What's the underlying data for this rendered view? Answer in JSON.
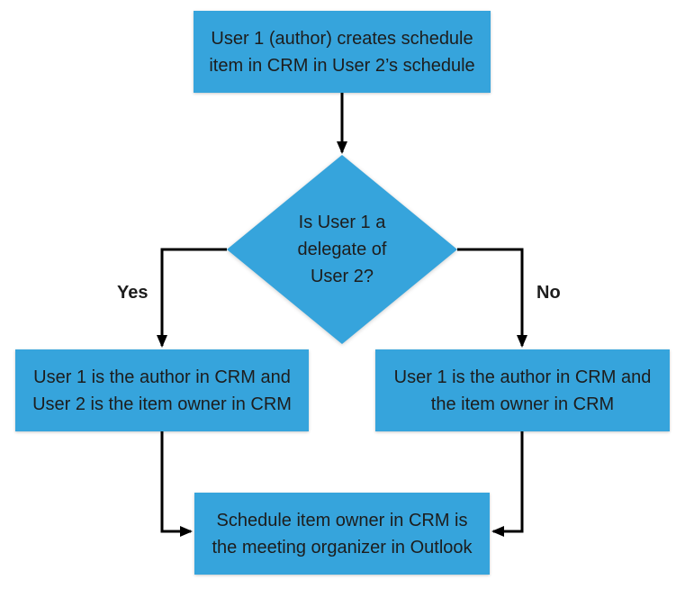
{
  "diagram": {
    "title": "CRM schedule item delegation flowchart",
    "colors": {
      "node_fill": "#36a4dc",
      "text": "#1d1d1d",
      "arrow": "#000000",
      "background": "#ffffff"
    },
    "nodes": {
      "start": {
        "type": "process",
        "line1": "User 1 (author) creates schedule",
        "line2": "item in CRM in User 2’s schedule"
      },
      "decision": {
        "type": "decision",
        "line1": "Is User 1 a",
        "line2": "delegate of",
        "line3": "User 2?"
      },
      "yes_outcome": {
        "type": "process",
        "line1": "User 1 is the author in CRM and",
        "line2": "User 2 is the item owner in CRM"
      },
      "no_outcome": {
        "type": "process",
        "line1": "User 1 is the author in CRM and",
        "line2": "the item owner in CRM"
      },
      "end": {
        "type": "process",
        "line1": "Schedule item owner in CRM is",
        "line2": "the meeting organizer in Outlook"
      }
    },
    "edge_labels": {
      "yes": "Yes",
      "no": "No"
    }
  }
}
